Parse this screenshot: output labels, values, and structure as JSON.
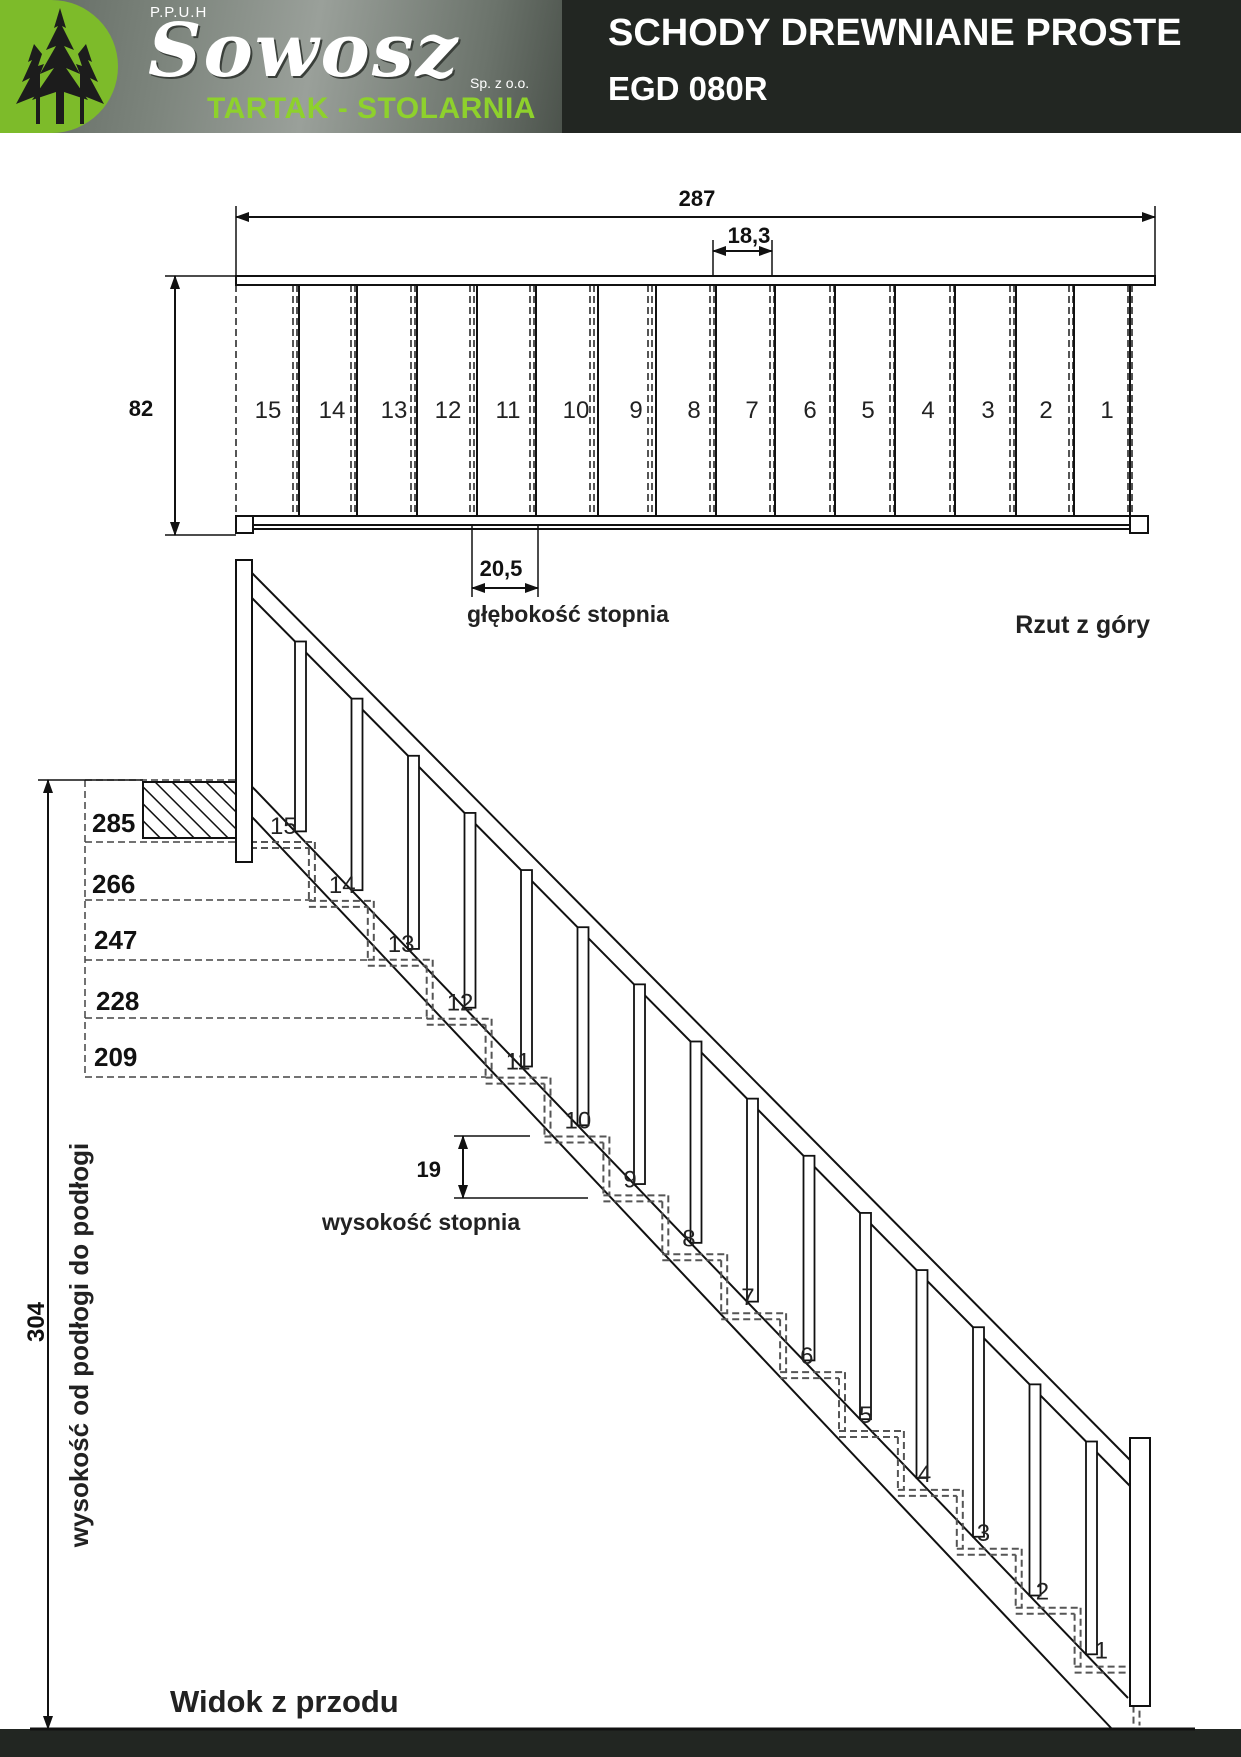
{
  "header": {
    "logo": {
      "prefix": "P.P.U.H",
      "name": "Sowosz",
      "suffix": "Sp. z o.o.",
      "tagline": "TARTAK - STOLARNIA"
    },
    "title": "SCHODY DREWNIANE PROSTE",
    "model": "EGD 080R"
  },
  "colors": {
    "header_bg": "#222622",
    "logo_green": "#7dbb2a",
    "tagline_green": "#8ed12c",
    "line": "#111111"
  },
  "top_view": {
    "caption": "Rzut z góry",
    "total_length": "287",
    "width": "82",
    "step_spacing": "18,3",
    "step_depth_value": "20,5",
    "step_depth_label": "głębokość stopnia",
    "step_numbers": [
      "15",
      "14",
      "13",
      "12",
      "11",
      "10",
      "9",
      "8",
      "7",
      "6",
      "5",
      "4",
      "3",
      "2",
      "1"
    ]
  },
  "front_view": {
    "caption": "Widok z przodu",
    "total_height": "304",
    "total_height_label": "wysokość od podłogi do podłogi",
    "step_height_value": "19",
    "step_height_label": "wysokość stopnia",
    "height_levels": [
      "285",
      "266",
      "247",
      "228",
      "209"
    ],
    "step_numbers": [
      "1",
      "2",
      "3",
      "4",
      "5",
      "6",
      "7",
      "8",
      "9",
      "10",
      "11",
      "12",
      "13",
      "14",
      "15"
    ]
  }
}
